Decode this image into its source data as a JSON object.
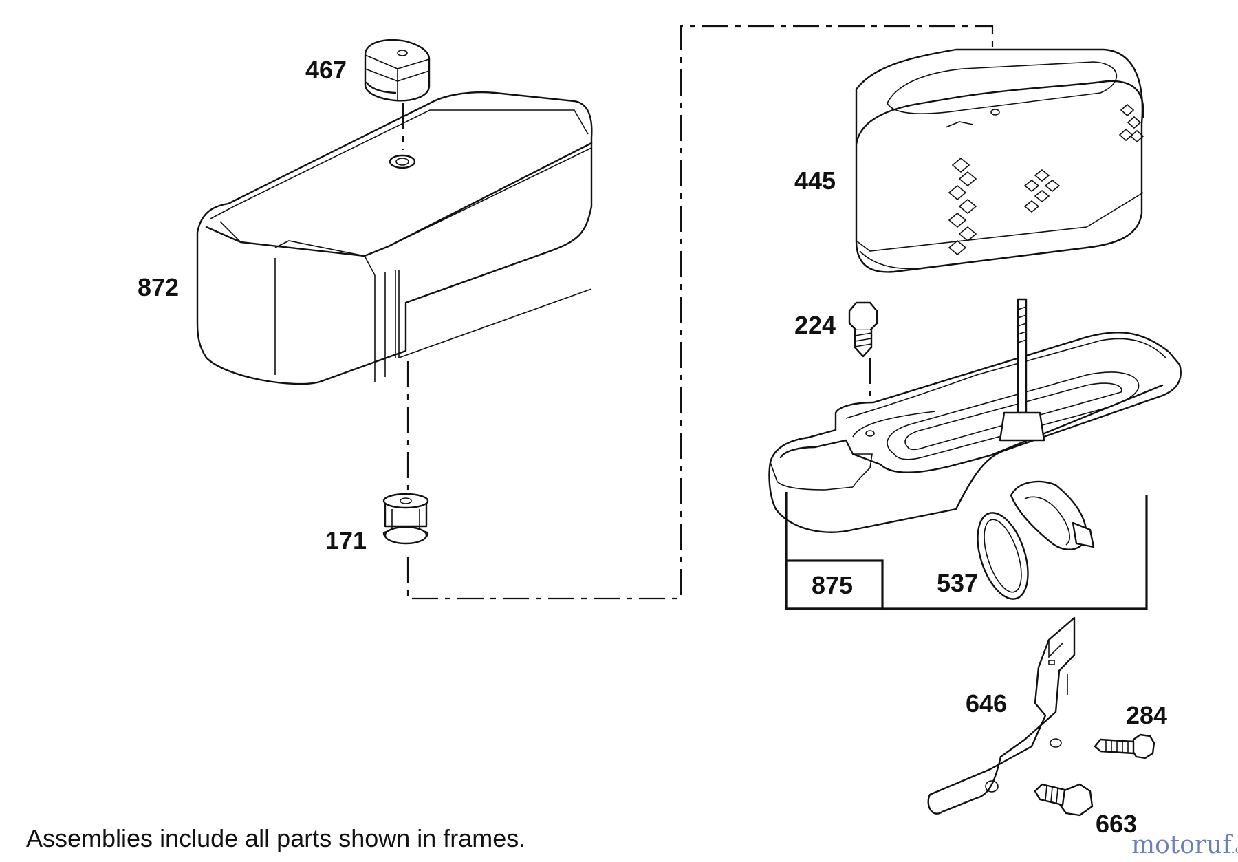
{
  "diagram": {
    "parts": [
      {
        "id": "p467",
        "label": "467"
      },
      {
        "id": "p872",
        "label": "872"
      },
      {
        "id": "p171",
        "label": "171"
      },
      {
        "id": "p445",
        "label": "445"
      },
      {
        "id": "p224",
        "label": "224"
      },
      {
        "id": "p875",
        "label": "875"
      },
      {
        "id": "p537",
        "label": "537"
      },
      {
        "id": "p646",
        "label": "646"
      },
      {
        "id": "p284",
        "label": "284"
      },
      {
        "id": "p663",
        "label": "663"
      }
    ],
    "footnote": "Assemblies include all parts shown in frames.",
    "watermark": {
      "main": "motoruf",
      "suffix": ".de"
    }
  }
}
